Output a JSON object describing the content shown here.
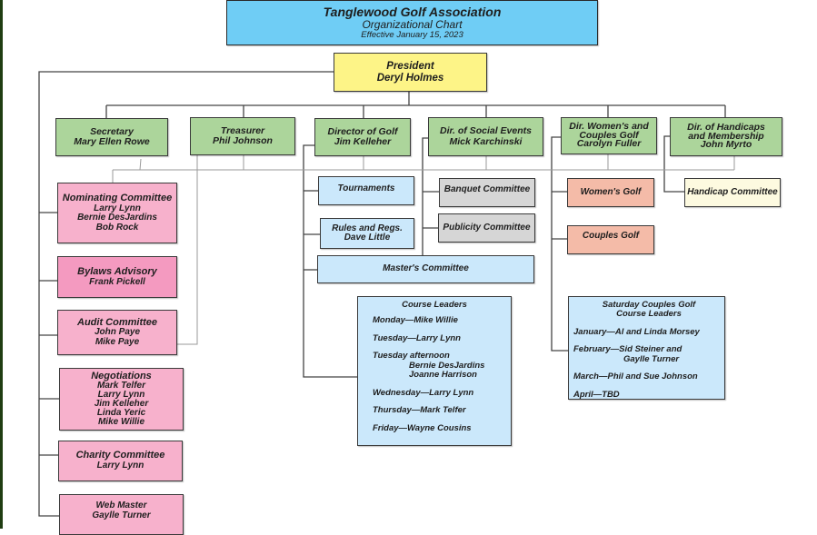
{
  "header": {
    "title": "Tanglewood Golf Association",
    "subtitle": "Organizational Chart",
    "effective": "Effective January 15, 2023"
  },
  "president": {
    "role": "President",
    "name": "Deryl Holmes"
  },
  "officers": [
    {
      "role": "Secretary",
      "name": "Mary Ellen Rowe"
    },
    {
      "role": "Treasurer",
      "name": "Phil Johnson"
    },
    {
      "role": "Director of Golf",
      "name": "Jim Kelleher"
    },
    {
      "role": "Dir. of Social Events",
      "name": "Mick Karchinski"
    },
    {
      "role_line1": "Dir. Women's and",
      "role_line2": "Couples Golf",
      "name": "Carolyn Fuller"
    },
    {
      "role_line1": "Dir. of Handicaps",
      "role_line2": "and Membership",
      "name": "John Myrto"
    }
  ],
  "committees": {
    "nominating": {
      "title": "Nominating Committee",
      "members": [
        "Larry Lynn",
        "Bernie DesJardins",
        "Bob Rock"
      ]
    },
    "bylaws": {
      "title": "Bylaws Advisory",
      "members": [
        "Frank Pickell"
      ]
    },
    "audit": {
      "title": "Audit Committee",
      "members": [
        "John Paye",
        "Mike Paye"
      ]
    },
    "negotiations": {
      "title": "Negotiations",
      "members": [
        "Mark Telfer",
        "Larry Lynn",
        "Jim Kelleher",
        "Linda Yeric",
        "Mike Willie"
      ]
    },
    "charity": {
      "title": "Charity Committee",
      "members": [
        "Larry Lynn"
      ]
    },
    "webmaster": {
      "title": "Web Master",
      "members": [
        "Gaylle Turner"
      ]
    }
  },
  "golf": {
    "tournaments": "Tournaments",
    "rules": {
      "title": "Rules and Regs.",
      "name": "Dave Little"
    },
    "masters": "Master's Committee",
    "course_leaders": {
      "title": "Course Leaders",
      "rows": [
        {
          "text": "Monday—Mike Willie"
        },
        {
          "text": "Tuesday—Larry Lynn"
        },
        {
          "text": "Tuesday afternoon",
          "sub": [
            "Bernie DesJardins",
            "Joanne Harrison"
          ]
        },
        {
          "text": "Wednesday—Larry Lynn"
        },
        {
          "text": "Thursday—Mark Telfer"
        },
        {
          "text": "Friday—Wayne Cousins"
        }
      ]
    }
  },
  "social": {
    "banquet": "Banquet Committee",
    "publicity": "Publicity Committee"
  },
  "womens": {
    "womens_golf": "Women's Golf",
    "couples_golf": "Couples Golf",
    "saturday_leaders": {
      "title_line1": "Saturday Couples Golf",
      "title_line2": "Course Leaders",
      "rows": [
        {
          "text": "January—Al and Linda Morsey"
        },
        {
          "text": "February—Sid Steiner and",
          "sub": [
            "Gaylle Turner"
          ]
        },
        {
          "text": "March—Phil and Sue Johnson"
        },
        {
          "text": "April—TBD"
        }
      ]
    }
  },
  "handicap": {
    "committee": "Handicap Committee"
  },
  "colors": {
    "title_bg": "#6fcdf5",
    "president_bg": "#fdf487",
    "officer_bg": "#acd59b",
    "committee_pink": "#f7b1cc",
    "golf_blue": "#cbe8fb",
    "social_gray": "#d6d6d6",
    "womens_salmon": "#f4bba8",
    "handicap_cream": "#fdfae0"
  }
}
